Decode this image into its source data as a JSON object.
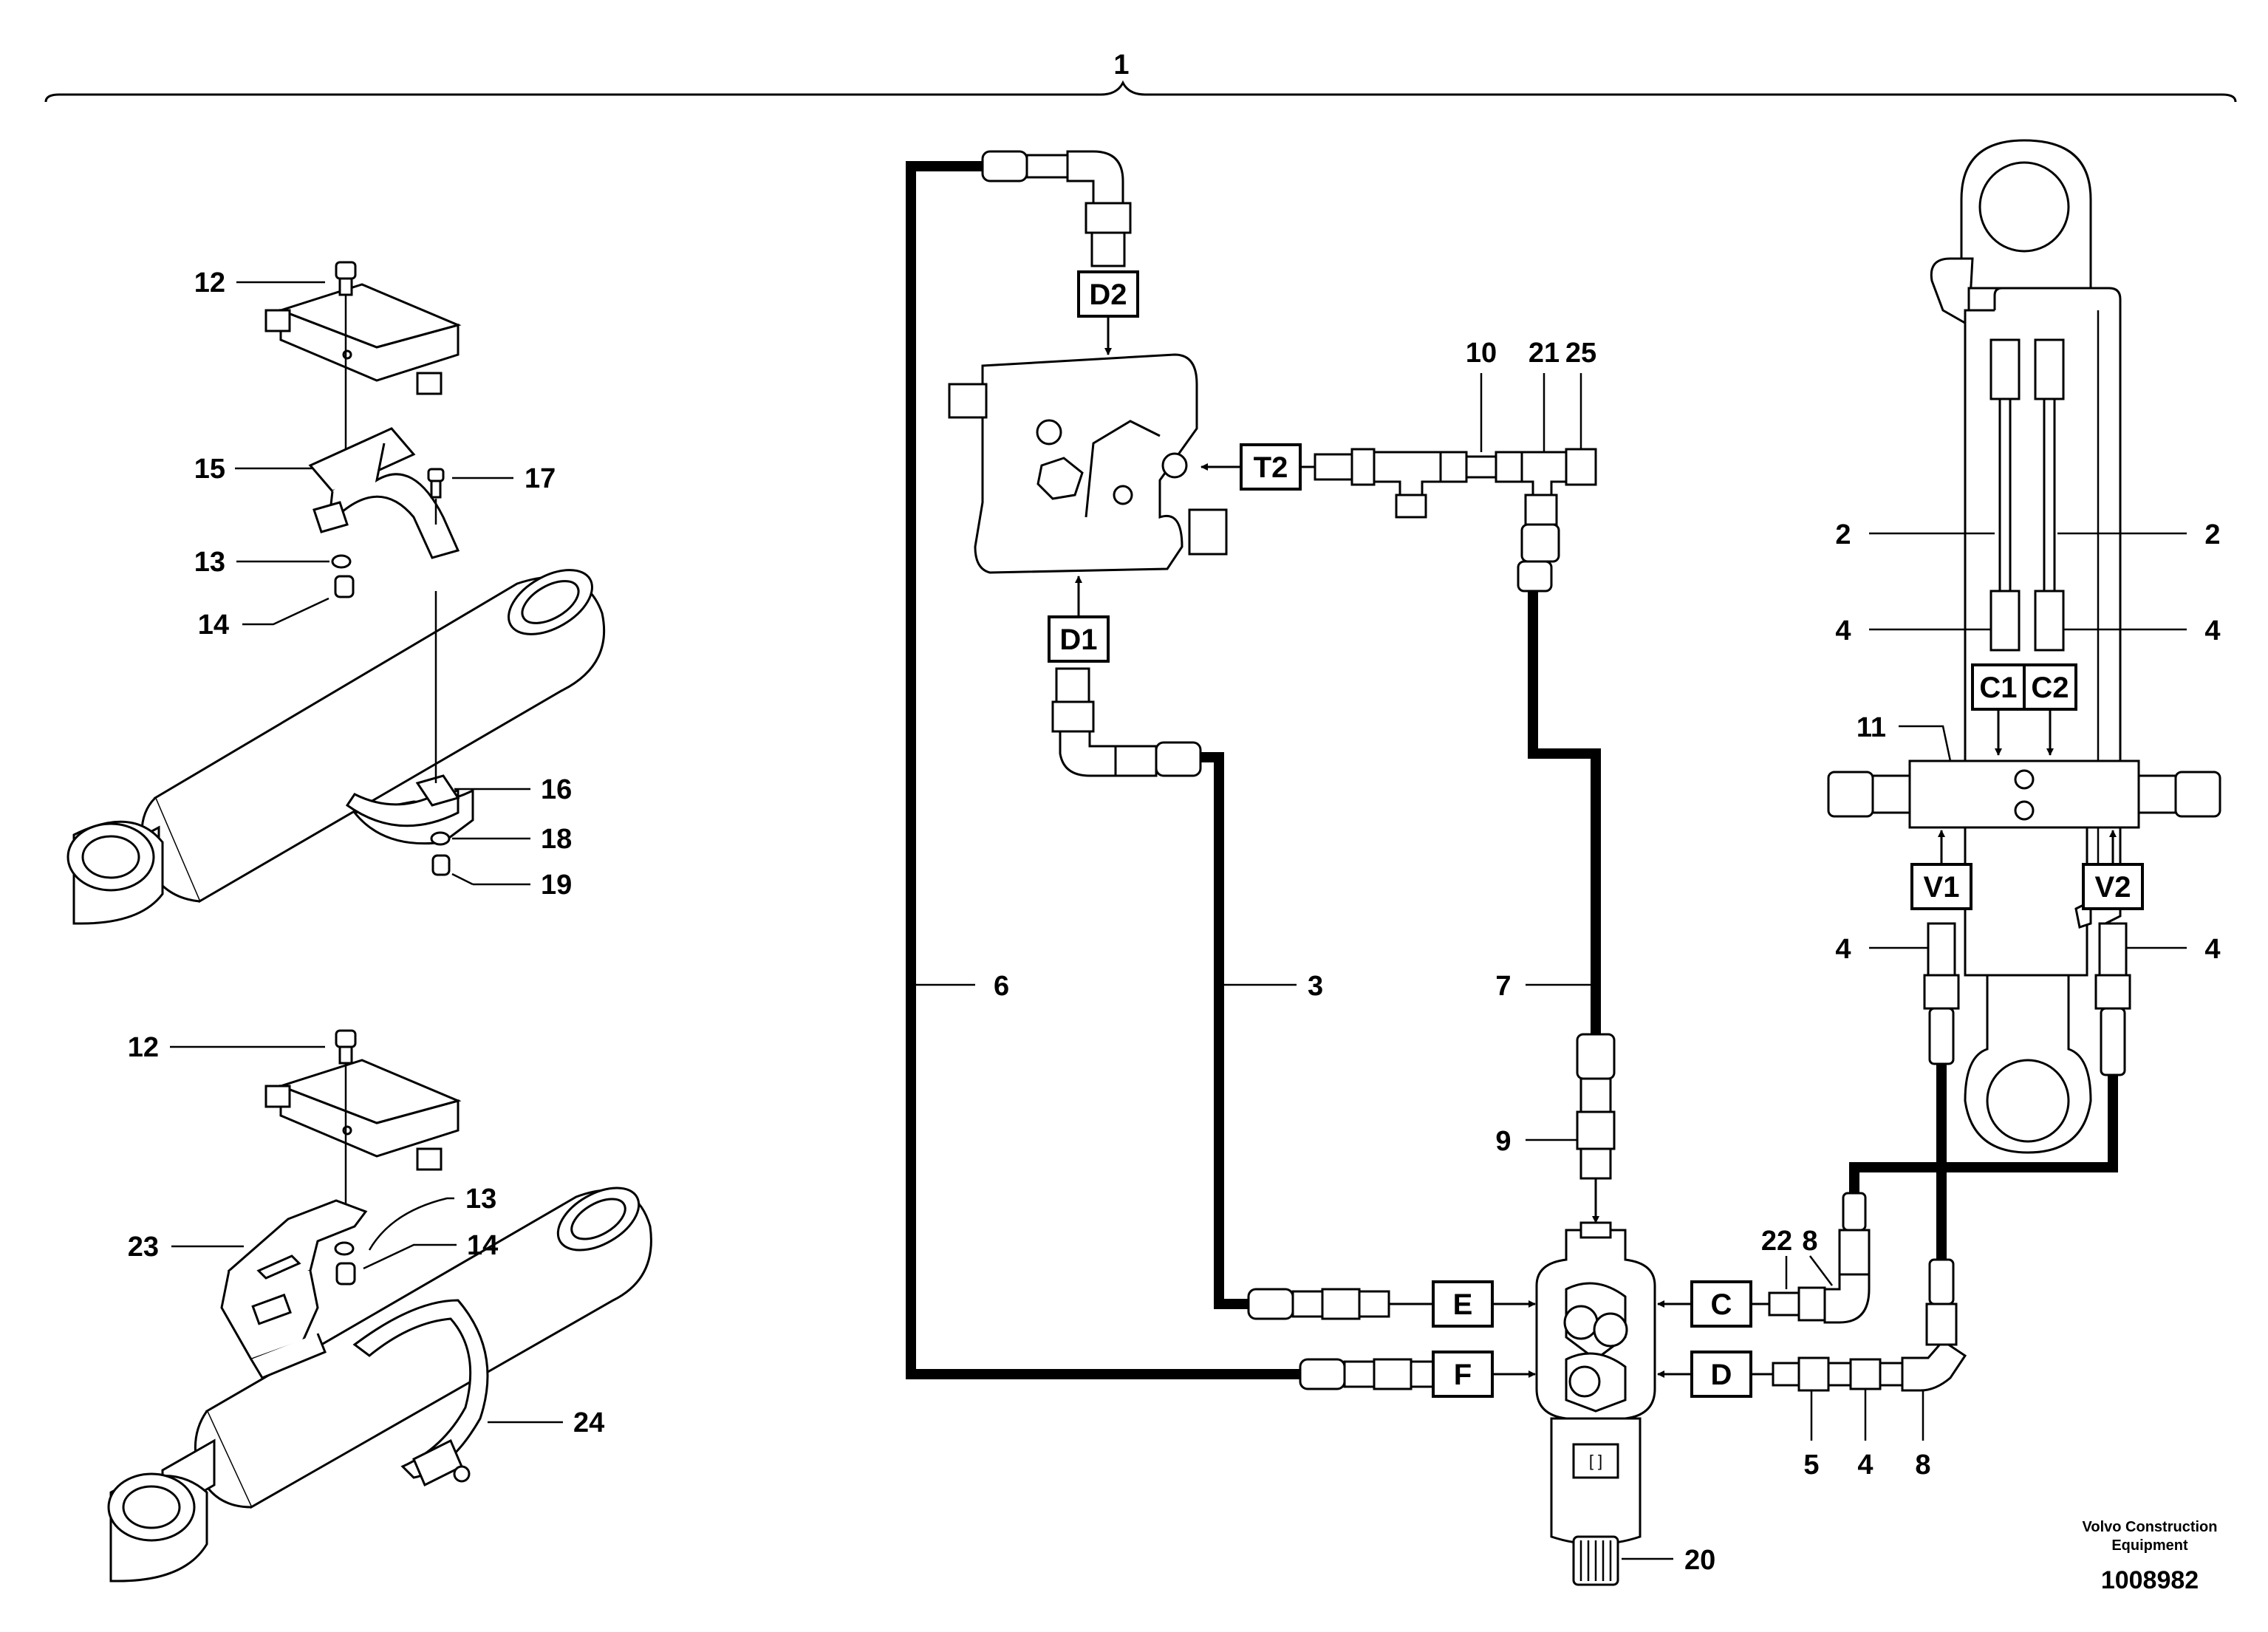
{
  "assembly": {
    "item_number": "1"
  },
  "left_figures": {
    "upper_callouts": [
      "12",
      "15",
      "17",
      "13",
      "14",
      "16",
      "18",
      "19"
    ],
    "lower_callouts": [
      "12",
      "13",
      "14",
      "23",
      "24"
    ]
  },
  "ports": {
    "D2": "D2",
    "D1": "D1",
    "T2": "T2",
    "C1": "C1",
    "C2": "C2",
    "V1": "V1",
    "V2": "V2",
    "E": "E",
    "F": "F",
    "C": "C",
    "D": "D"
  },
  "callouts": {
    "hose_6": "6",
    "hose_3": "3",
    "hose_7": "7",
    "fitting_9": "9",
    "tee_10": "10",
    "tee_21": "21",
    "fitting_25": "25",
    "pipe_2_left": "2",
    "pipe_2_right": "2",
    "fitting_4_a": "4",
    "fitting_4_b": "4",
    "fitting_4_c": "4",
    "fitting_4_d": "4",
    "fitting_4_e": "4",
    "valve_11": "11",
    "fitting_22": "22",
    "elbow_8_top": "8",
    "fitting_5": "5",
    "elbow_8_bottom": "8",
    "valve_20": "20"
  },
  "footer": {
    "brand_line1": "Volvo Construction",
    "brand_line2": "Equipment",
    "doc_number": "1008982"
  }
}
